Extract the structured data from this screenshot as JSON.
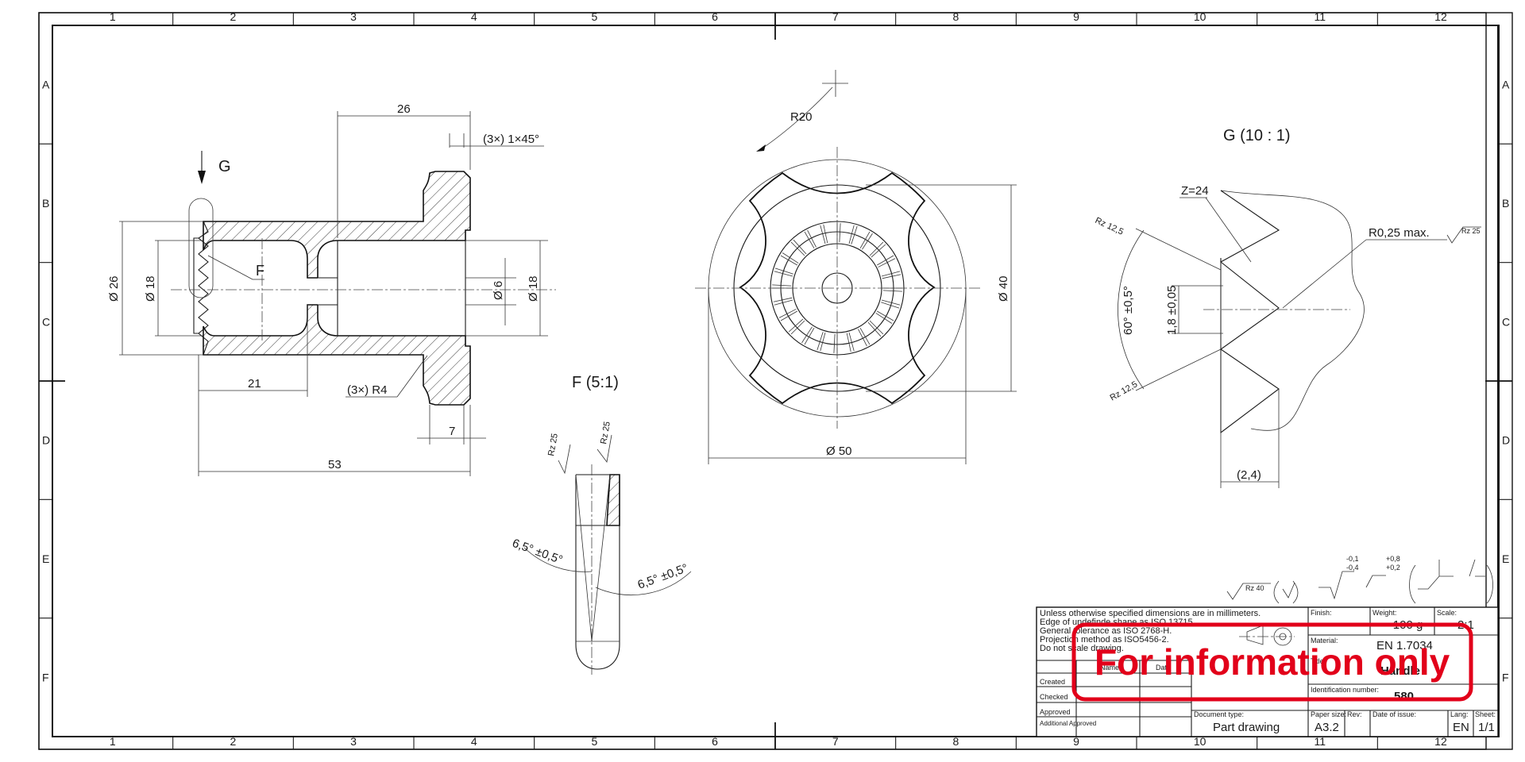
{
  "zones": {
    "columns": [
      "1",
      "2",
      "3",
      "4",
      "5",
      "6",
      "7",
      "8",
      "9",
      "10",
      "11",
      "12"
    ],
    "rows": [
      "A",
      "B",
      "C",
      "D",
      "E",
      "F"
    ]
  },
  "side_view": {
    "view_arrow_label": "G",
    "detail_label": "F",
    "dims": {
      "top_width": "26",
      "chamfer": "(3×) 1×45°",
      "dia_outer_left": "Ø 26",
      "dia_inner_left": "Ø 18",
      "dia_hole": "Ø 6",
      "dia_right": "Ø 18",
      "len_21": "21",
      "radius": "(3×) R4",
      "flange": "7",
      "total": "53"
    }
  },
  "detail_f": {
    "title": "F (5:1)",
    "rz_left": "Rz 25",
    "rz_right": "Rz 25",
    "angle_left": "6,5° ±0,5°",
    "angle_right": "6,5° ±0,5°"
  },
  "front_view": {
    "radius": "R20",
    "dia_40": "Ø 40",
    "dia_50": "Ø 50"
  },
  "detail_g": {
    "title": "G (10 : 1)",
    "teeth": "Z=24",
    "rz_top": "Rz 12,5",
    "rz_bottom": "Rz 12,5",
    "angle": "60° ±0,5°",
    "height": "1,8 ±0,05",
    "radius": "R0,25 max.",
    "rz_radius": "Rz 25",
    "width": "(2,4)"
  },
  "surface_symbols": {
    "general": "Rz 40",
    "tol_1_upper": "-0,1",
    "tol_1_lower": "-0,4",
    "tol_2_upper": "+0,8",
    "tol_2_lower": "+0,2"
  },
  "title_block": {
    "notes": [
      "Unless otherwise specified dimensions are in millimeters.",
      "Edge of undefinde shape as ISO 13715.",
      "General tolerance as ISO 2768-H.",
      "Projection method as ISO5456-2.",
      "Do not scale drawing."
    ],
    "name_header": "Name",
    "date_header": "Date",
    "rows": [
      "Created",
      "Checked",
      "Approved",
      "Additional Approved"
    ],
    "finish_label": "Finish:",
    "weight_label": "Weight:",
    "weight_value": "~100 g",
    "scale_label": "Scale:",
    "scale_value": "2:1",
    "material_label": "Material:",
    "material_value": "EN 1.7034",
    "title_label": "Title:",
    "title_value": "Handle",
    "id_label": "Identification number:",
    "id_value": "580",
    "doc_type_label": "Document type:",
    "doc_type_value": "Part drawing",
    "paper_label": "Paper size:",
    "paper_value": "A3.2",
    "rev_label": "Rev:",
    "date_issue_label": "Date of issue:",
    "lang_label": "Lang:",
    "lang_value": "EN",
    "sheet_label": "Sheet:",
    "sheet_value": "1/1"
  },
  "stamp": {
    "text": "For information only",
    "color": "#e2001a"
  }
}
